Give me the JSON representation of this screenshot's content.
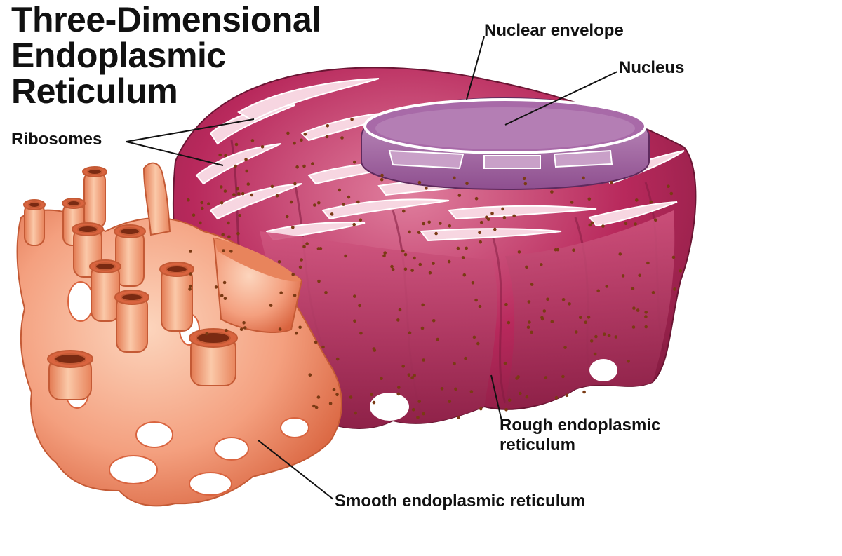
{
  "title": {
    "lines": [
      "Three-Dimensional",
      "Endoplasmic",
      "Reticulum"
    ]
  },
  "labels": {
    "nuclear_envelope": "Nuclear envelope",
    "nucleus": "Nucleus",
    "ribosomes": "Ribosomes",
    "rough_er": [
      "Rough endoplasmic",
      "reticulum"
    ],
    "smooth_er": "Smooth endoplasmic reticulum"
  },
  "colors": {
    "rough_er": "#b8295c",
    "rough_er_light": "#e07f9e",
    "rough_er_dark": "#7d1a3d",
    "smooth_er": "#f4a07f",
    "smooth_er_light": "#fcd5bd",
    "smooth_er_dark": "#d9643f",
    "nucleus": "#8e4f8f",
    "nucleus_light": "#c597c4",
    "ribosome": "#7a3a14"
  }
}
